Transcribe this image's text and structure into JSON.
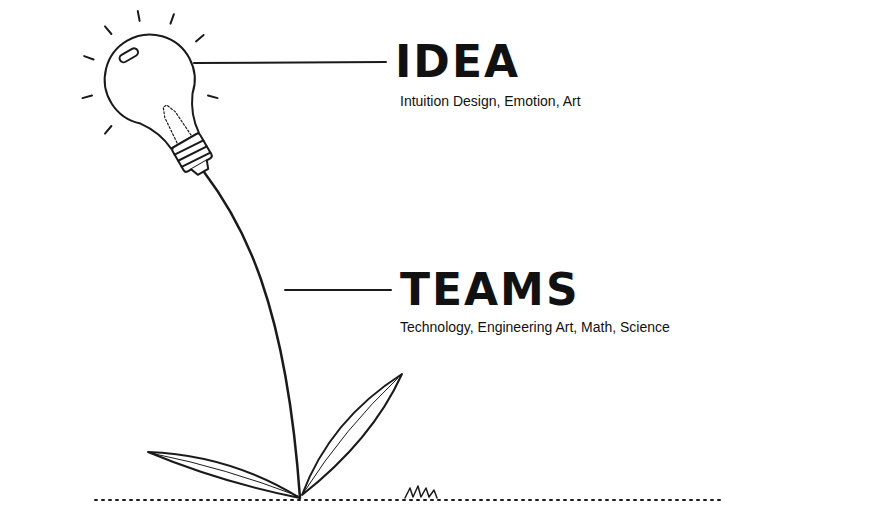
{
  "diagram": {
    "labels": [
      "IDEA",
      "Intuition Design, Emotion, Art",
      "TEAMS",
      "Technology, Engineering Art, Math, Science"
    ]
  }
}
